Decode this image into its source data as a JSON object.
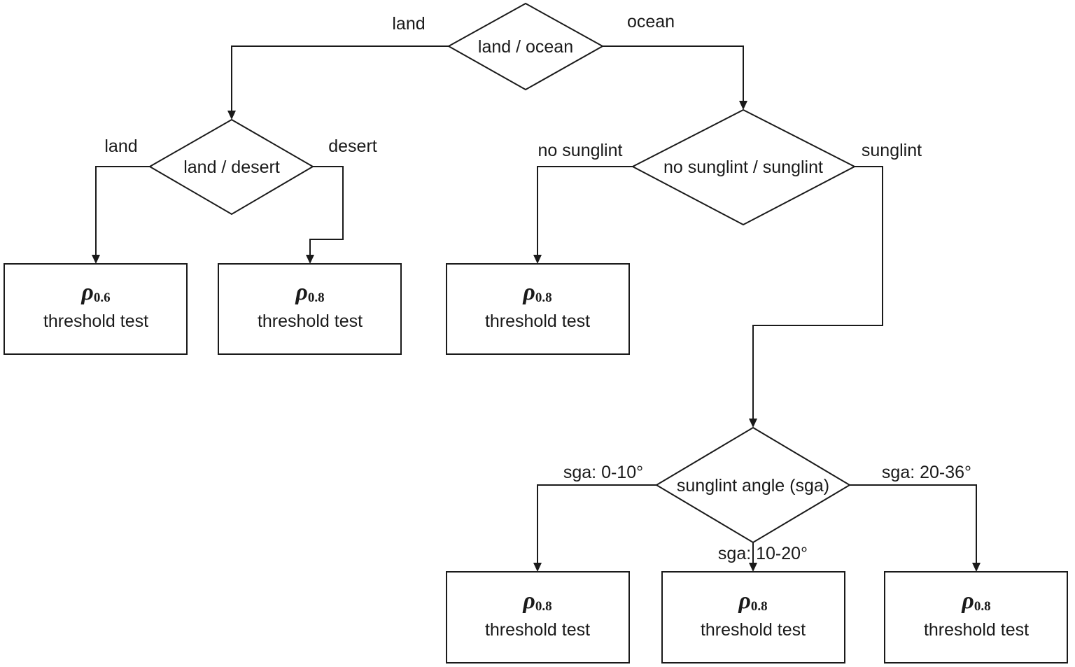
{
  "decisions": {
    "land_ocean": "land / ocean",
    "land_desert": "land / desert",
    "sunglint": "no sunglint / sunglint",
    "sga": "sunglint angle (sga)"
  },
  "branches": {
    "land": "land",
    "ocean": "ocean",
    "land2": "land",
    "desert": "desert",
    "no_sunglint": "no sunglint",
    "sunglint": "sunglint",
    "sga_low": "sga: 0-10°",
    "sga_mid": "sga: 10-20°",
    "sga_high": "sga: 20-36°"
  },
  "tests": [
    {
      "symbol": "ρ",
      "subscript": "0.6",
      "label": "threshold test"
    },
    {
      "symbol": "ρ",
      "subscript": "0.8",
      "label": "threshold test"
    },
    {
      "symbol": "ρ",
      "subscript": "0.8",
      "label": "threshold test"
    },
    {
      "symbol": "ρ",
      "subscript": "0.8",
      "label": "threshold test"
    },
    {
      "symbol": "ρ",
      "subscript": "0.8",
      "label": "threshold test"
    },
    {
      "symbol": "ρ",
      "subscript": "0.8",
      "label": "threshold test"
    }
  ]
}
